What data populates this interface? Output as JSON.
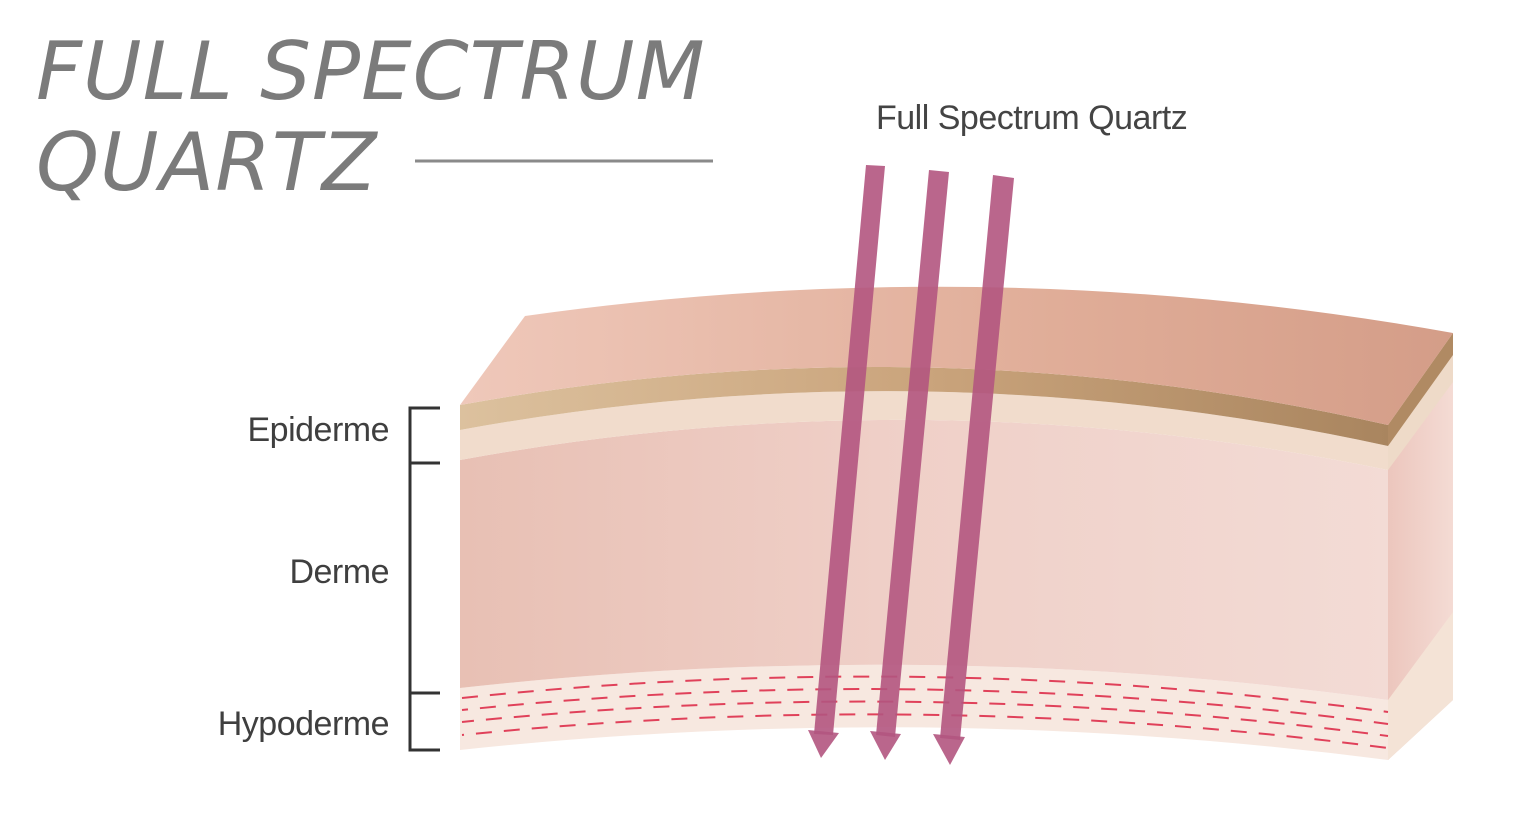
{
  "title": {
    "line1": "FULL SPECTRUM",
    "line2": "QUARTZ"
  },
  "rays": {
    "label": "Full Spectrum Quartz",
    "count": 3,
    "color": "#b2557f"
  },
  "layers": [
    {
      "key": "epidermis",
      "label": "Epiderme"
    },
    {
      "key": "dermis",
      "label": "Derme"
    },
    {
      "key": "hypodermis",
      "label": "Hypoderme"
    }
  ],
  "colors": {
    "title": "#7b7b7b",
    "top_face": "#e2b2a2",
    "epidermis_band": "#c9a27a",
    "dermis": "#efcdc5",
    "hypodermis": "#f6e7df",
    "fat_dashes": "#e0415a",
    "bracket": "#333333"
  }
}
